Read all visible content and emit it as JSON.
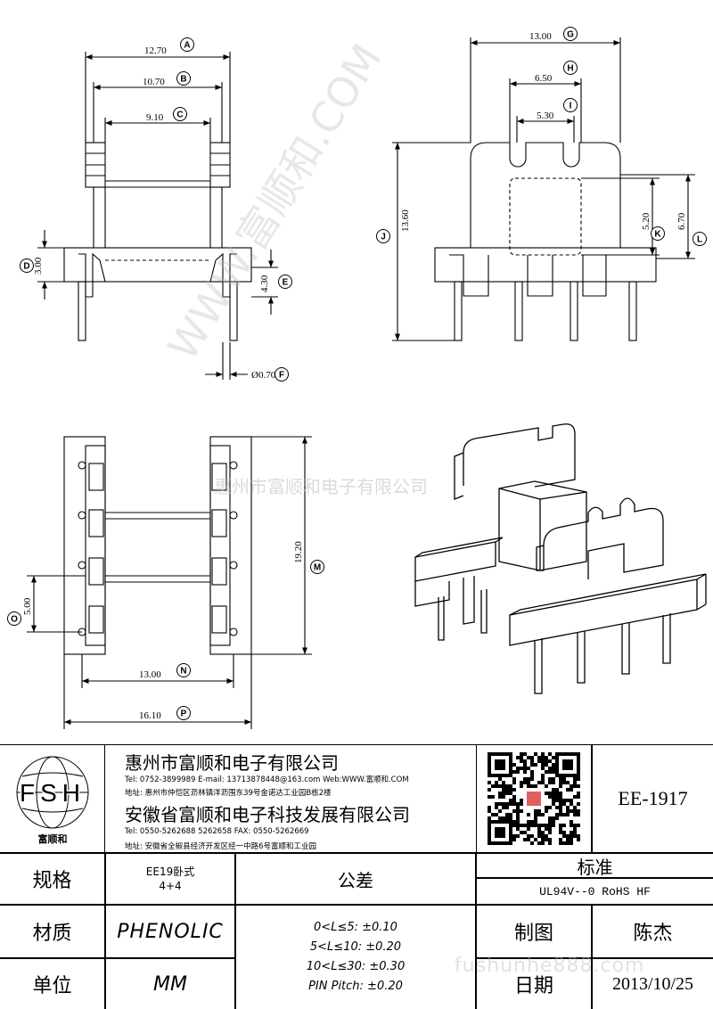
{
  "dims": {
    "A": "12.70",
    "B": "10.70",
    "C": "9.10",
    "D": "3.00",
    "E": "4.30",
    "F": "Ø0.70",
    "G": "13.60",
    "H": "13.00",
    "I": "6.50",
    "J": "5.30",
    "K": "5.20",
    "L": "6.70",
    "M": "19.20",
    "N": "13.00",
    "O": "5.00",
    "P": "16.10"
  },
  "labels": [
    "A",
    "B",
    "C",
    "D",
    "E",
    "F",
    "G",
    "H",
    "I",
    "J",
    "K",
    "L",
    "M",
    "N",
    "O",
    "P"
  ],
  "watermark": {
    "company_cn": "惠州市富顺和电子有限公司",
    "diag": "WWW.富顺和.COM",
    "url": "fushunhe888.com"
  },
  "logo": {
    "letters": "FSH",
    "name": "富顺和"
  },
  "company1": {
    "name": "惠州市富顺和电子有限公司",
    "tel": "Tel: 0752-3899989  E-mail: 13713878448@163.com  Web:WWW.富顺和.COM",
    "addr": "地址: 惠州市仲恺区沥林镇洋沥围东39号金诺达工业园B栋2楼"
  },
  "company2": {
    "name": "安徽省富顺和电子科技发展有限公司",
    "tel": "Tel: 0550-5262688  5262658     FAX: 0550-5262669",
    "addr": "地址: 安徽省全椒县经济开发区经一中路6号富顺和工业园"
  },
  "part_no": "EE-1917",
  "rows": {
    "spec_label": "规格",
    "spec_value_1": "EE19卧式",
    "spec_value_2": "4+4",
    "material_label": "材质",
    "material_value": "PHENOLIC",
    "unit_label": "单位",
    "unit_value": "MM"
  },
  "tolerance": {
    "title": "公差",
    "lines": [
      "0<L≤5: ±0.10",
      "5<L≤10: ±0.20",
      "10<L≤30: ±0.30",
      "PIN Pitch: ±0.20"
    ]
  },
  "standard": {
    "title": "标准",
    "value": "UL94V--0  RoHS HF"
  },
  "drawn": {
    "label": "制图",
    "value": "陈杰"
  },
  "date": {
    "label": "日期",
    "value": "2013/10/25"
  }
}
